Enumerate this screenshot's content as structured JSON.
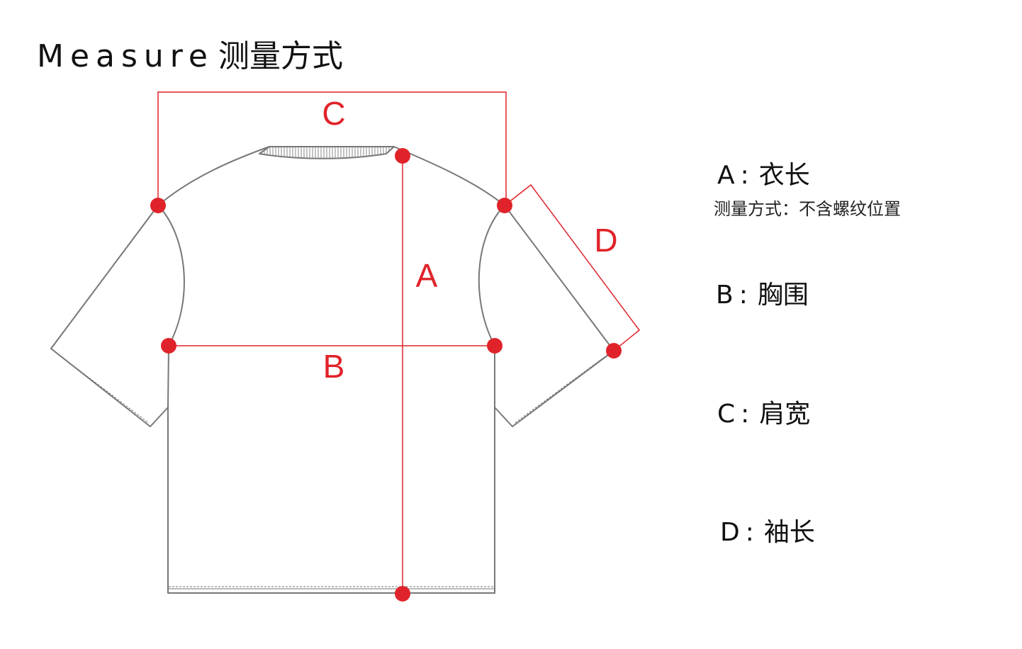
{
  "page": {
    "title_en": "Measure",
    "title_cn": "测量方式"
  },
  "diagram": {
    "labels": {
      "a": "A",
      "b": "B",
      "c": "C",
      "d": "D"
    }
  },
  "legend": [
    {
      "key": "A",
      "sep": ":",
      "text": "衣长",
      "note": "测量方式：不含螺纹位置"
    },
    {
      "key": "B",
      "sep": ":",
      "text": "胸围"
    },
    {
      "key": "C",
      "sep": ":",
      "text": "肩宽"
    },
    {
      "key": "D",
      "sep": ":",
      "text": "袖长"
    }
  ],
  "colors": {
    "measure_red": "#e0232a",
    "outline_gray": "#777777",
    "text": "#111111"
  }
}
